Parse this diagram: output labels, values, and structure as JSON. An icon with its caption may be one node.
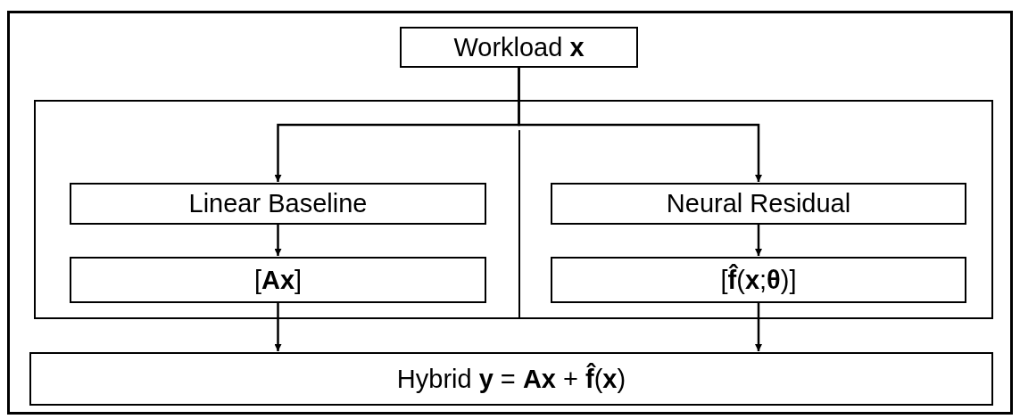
{
  "diagram": {
    "nodes": [
      {
        "text": [
          "Workload **x**"
        ]
      },
      {
        "text": [],
        "shape": "box"
      },
      {
        "text": [
          "Linear Baseline"
        ],
        "in": 1
      },
      {
        "text": [
          "Neural Residual"
        ],
        "in": 1
      },
      {
        "text": [
          "[**Ax**]"
        ],
        "in": 1
      },
      {
        "text": [
          "[**f̂**(**x**;**θ**)]"
        ],
        "in": 1
      },
      {
        "text": [
          "Hybrid **y** = **Ax** + **f̂**(**x**)"
        ]
      }
    ],
    "edges": [
      {
        "from": 0,
        "to": 2,
        "arrow": "to"
      },
      {
        "from": 0,
        "to": 3,
        "arrow": "to"
      },
      {
        "from": 2,
        "to": 4,
        "arrow": "to"
      },
      {
        "from": 3,
        "to": 5,
        "arrow": "to"
      },
      {
        "from": 4,
        "to": 6,
        "arrow": "to"
      },
      {
        "from": 5,
        "to": 6,
        "arrow": "to"
      }
    ]
  }
}
